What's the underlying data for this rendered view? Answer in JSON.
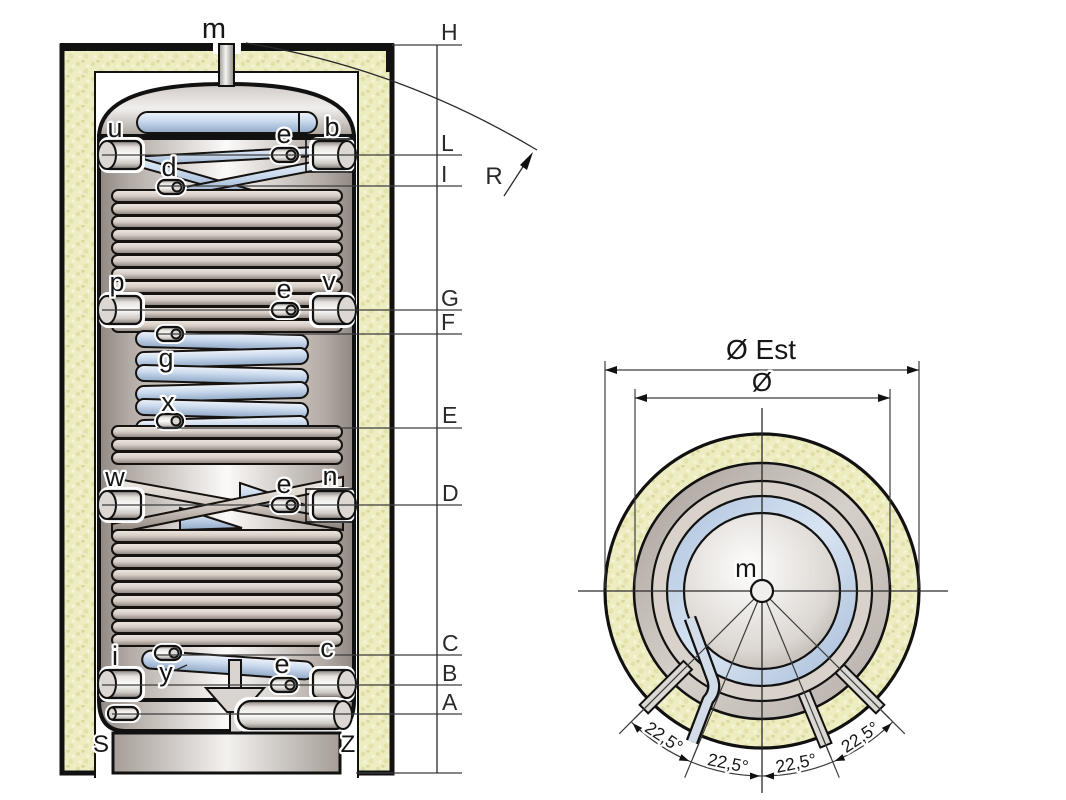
{
  "title": "Buffer tank technical diagram",
  "colors": {
    "insulation": "#eeedc2",
    "insulation_speckle": "#e0dfa8",
    "line": "#161616",
    "tube_tan": "#d5cdc5",
    "coil_blue": "#c8d8ec",
    "metal_light": "#f1efed",
    "metal_dark": "#8f8781"
  },
  "section_view": {
    "top_port": "m",
    "ports": {
      "u": "u",
      "b": "b",
      "e_top": "e",
      "d": "d",
      "p": "p",
      "v": "v",
      "e_mid": "e",
      "g": "g",
      "x": "x",
      "w": "w",
      "n": "n",
      "e_low": "e",
      "i": "i",
      "y": "y",
      "e_bot": "e",
      "c": "c",
      "s": "S",
      "z": "Z"
    },
    "dims": {
      "h": "H",
      "l": "L",
      "i": "I",
      "g": "G",
      "f": "F",
      "e": "E",
      "d": "D",
      "c": "C",
      "b": "B",
      "a": "A"
    },
    "radius_label": "R"
  },
  "top_view": {
    "outer_diameter": "Ø Est",
    "diameter": "Ø",
    "center_port": "m",
    "angles": [
      "22,5°",
      "22,5°",
      "22,5°",
      "22,5°"
    ]
  }
}
